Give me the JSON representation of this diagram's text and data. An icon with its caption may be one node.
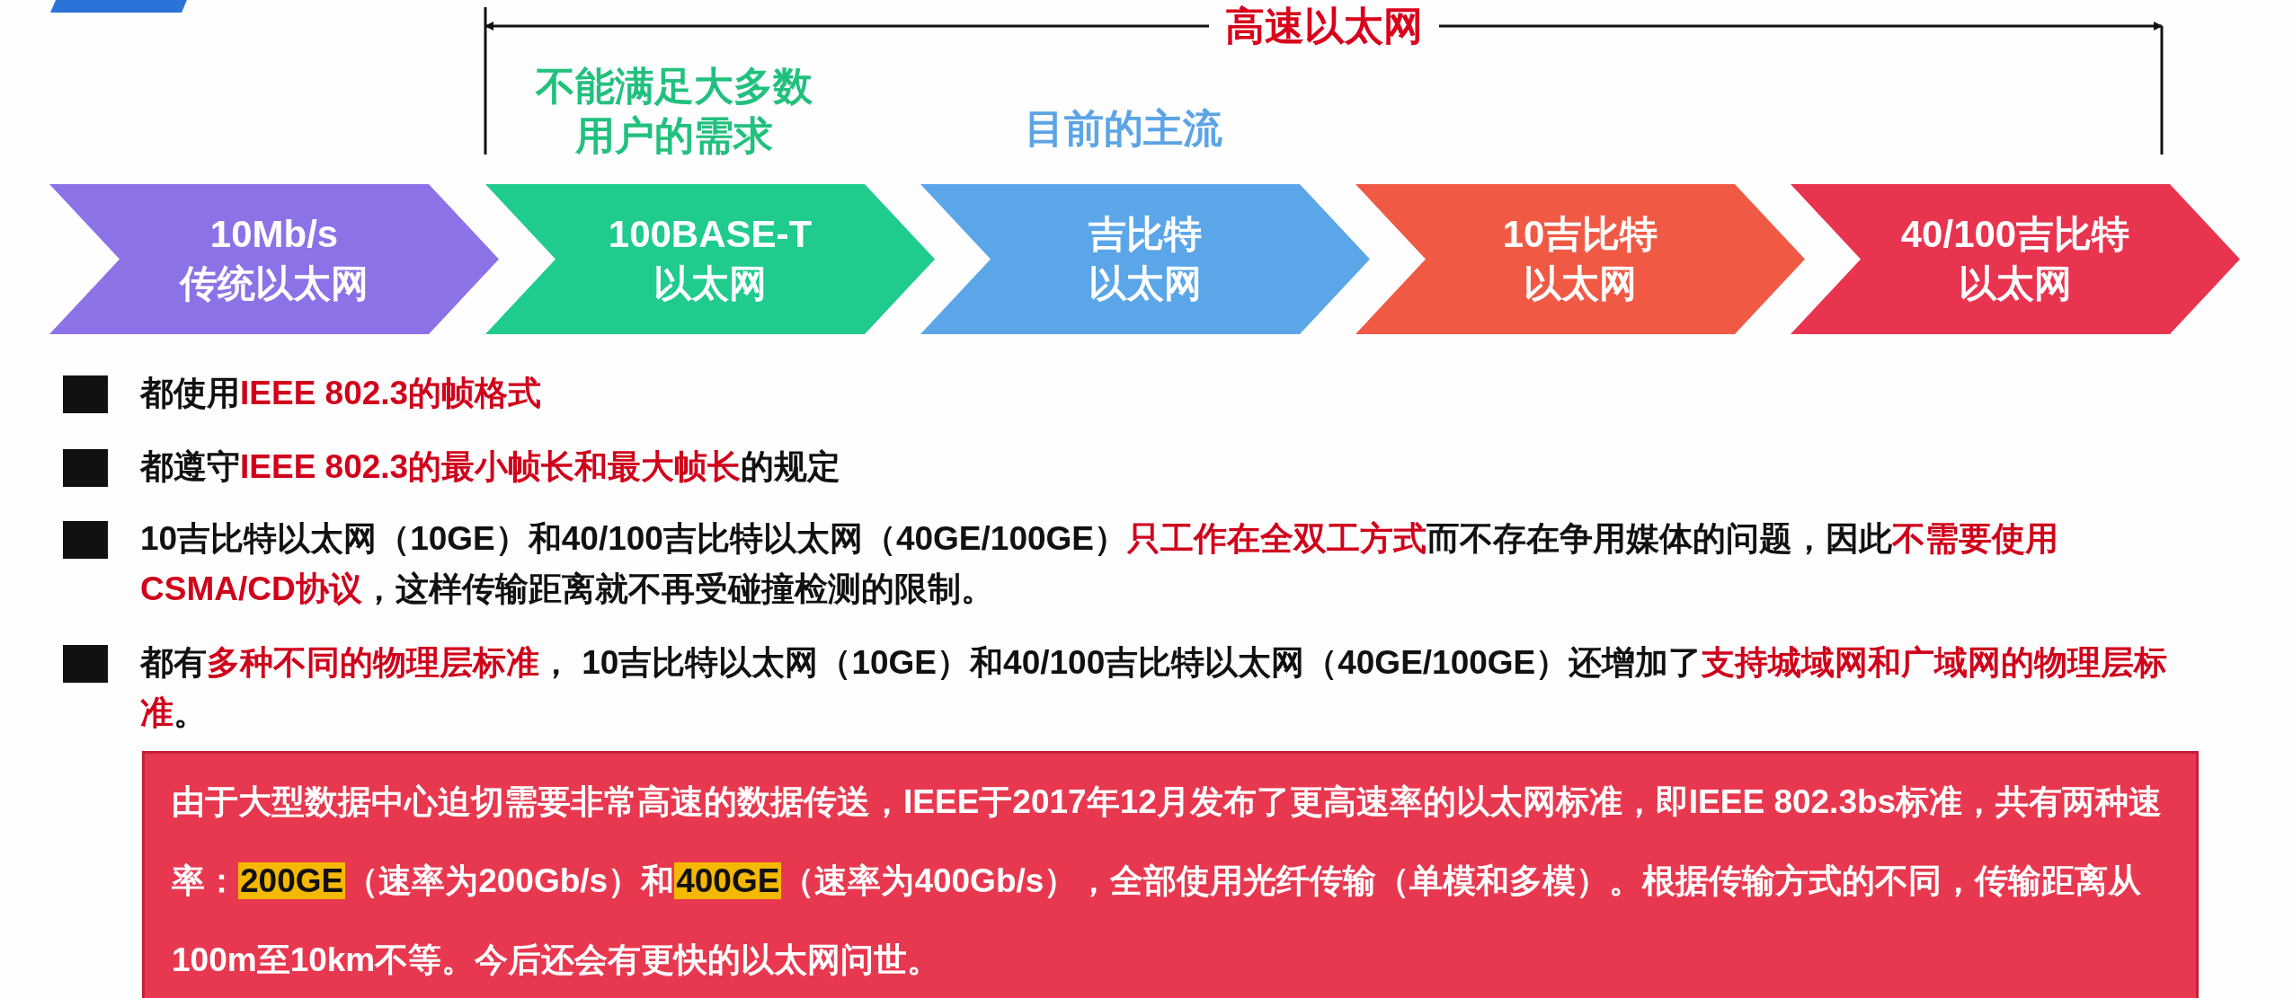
{
  "diagram": {
    "nodes": [
      {
        "text": [
          "10Mb/s",
          "传统以太网"
        ]
      },
      {
        "text": [
          "100BASE-T",
          "以太网"
        ],
        "beside": [
          "不能满足大多数用户的需求"
        ]
      },
      {
        "text": [
          "吉比特",
          "以太网"
        ],
        "beside": [
          "目前的主流"
        ]
      },
      {
        "text": [
          "10吉比特",
          "以太网"
        ]
      },
      {
        "text": [
          "40/100吉比特",
          "以太网"
        ]
      },
      {
        "text": [
          "由于大型数据中心迫切需要非常高速的数据传送，IEEE于2017年12月发布了更高速率的以太网标准，即IEEE 802.3bs标准，共有两种速率：**200GE**（速率为200Gb/s）和**400GE**（速率为400Gb/s），全部使用光纤传输（单模和多模）。根据传输方式的不同，传输距离从100m至10km不等。今后还会有更快的以太网问世。"
        ]
      }
    ],
    "edges": [],
    "labels": [
      "高速以太网",
      "都使用**IEEE 802.3的帧格式**",
      "都遵守**IEEE 802.3的最小帧长和最大帧长**的规定",
      "10吉比特以太网（10GE）和40/100吉比特以太网（40GE/100GE）**只工作在全双工方式**而不存在争用媒体的问题，因此**不需要使用CSMA/CD协议**，这样传输距离就不再受碰撞检测的限制。",
      "都有**多种不同的物理层标准**， 10吉比特以太网（10GE）和40/100吉比特以太网（40GE/100GE）还增加了**支持城域网和广域网的物理层标准**。"
    ]
  }
}
